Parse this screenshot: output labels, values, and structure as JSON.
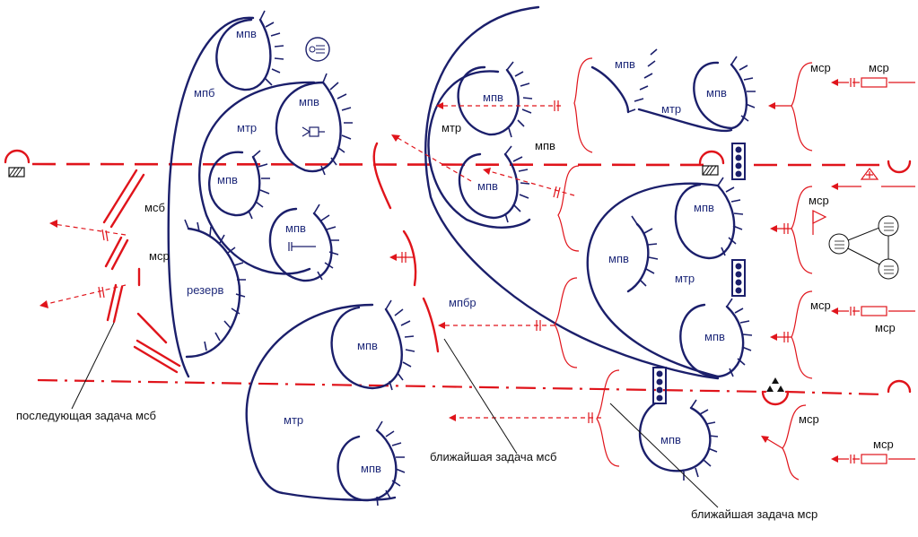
{
  "colors": {
    "friendly": "#1b1f6b",
    "enemy": "#e0141b",
    "label_blue": "#1f2a7a",
    "caption": "#111111"
  },
  "labels": {
    "mpv": "мпв",
    "mtr": "мтр",
    "mpb": "мпб",
    "reserve": "резерв",
    "mpbr": "мпбр",
    "msb": "мсб",
    "msr": "мср"
  },
  "captions": {
    "subsequent_msb": "последующая задача мсб",
    "nearest_msb": "ближайшая задача мсб",
    "nearest_msr": "ближайшая задача мср"
  },
  "icons": {
    "command_post": "command-post-icon",
    "observation": "observation-post-icon",
    "mortar": "mortar-icon",
    "artillery_battery": "artillery-battery-icon",
    "medical_post": "medical-post-icon",
    "flag_post": "flag-post-icon",
    "nuclear_mines": "nuclear-mine-icon",
    "boundary_marker": "boundary-marker-icon",
    "armored_vehicle": "armored-vehicle-icon"
  }
}
